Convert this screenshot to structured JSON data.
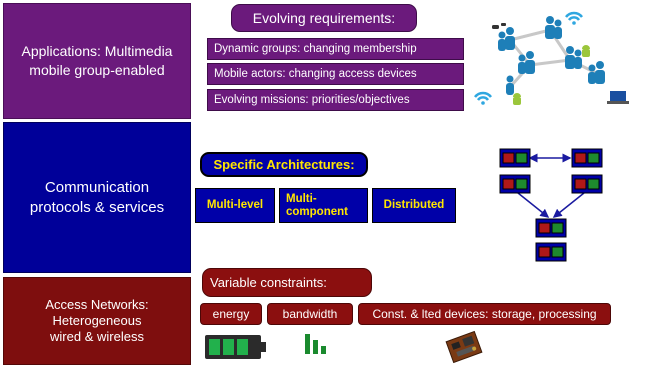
{
  "layers": {
    "applications": {
      "label": "Applications:",
      "rest": " Multimedia mobile group-enabled"
    },
    "communication": {
      "line1": "Communication",
      "line2": "protocols & services"
    },
    "access": {
      "line1": "Access  Networks:",
      "line2": "Heterogeneous",
      "line3": "wired & wireless"
    }
  },
  "requirements": {
    "title": "Evolving requirements:",
    "items": [
      "Dynamic groups: changing membership",
      "Mobile actors:  changing access devices",
      "Evolving missions: priorities/objectives"
    ]
  },
  "architectures": {
    "title": "Specific Architectures:",
    "items": [
      "Multi-level",
      "Multi-component",
      "Distributed"
    ]
  },
  "constraints": {
    "title": "Variable constraints:",
    "items": [
      "energy",
      "bandwidth",
      "Const. & lted devices: storage, processing"
    ]
  },
  "colors": {
    "applications": "#6b1a7c",
    "communication": "#000099",
    "access": "#7e0e0e",
    "arch_text": "#ffe600",
    "node_red": "#b01818",
    "node_green": "#1e8a2e",
    "battery_green": "#22b14c",
    "people_blue": "#1e7fb8"
  },
  "icons": [
    "people-group-icon",
    "wifi-icon",
    "android-icon",
    "laptop-icon",
    "glasses-icon",
    "architecture-node-icon",
    "battery-icon",
    "signal-bars-icon",
    "circuit-board-icon"
  ]
}
